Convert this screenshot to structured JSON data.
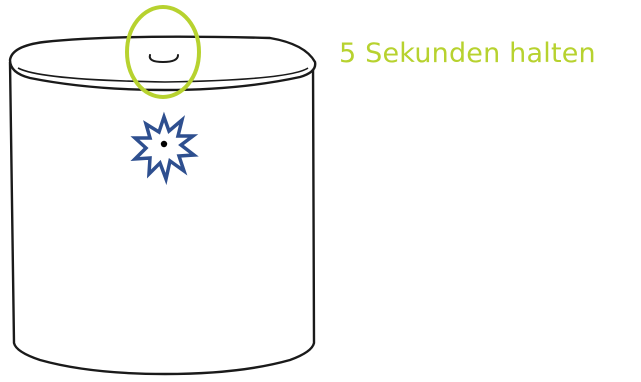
{
  "instruction": {
    "text": "5 Sekunden halten"
  },
  "colors": {
    "accent": "#B7D22F",
    "outline": "#1a1a1a",
    "device_fill": "#ffffff",
    "flash": "#2E4F8F",
    "flash_dot": "#000000"
  },
  "icons": {
    "device": "cylindrical-speaker-device",
    "button": "top-button-icon",
    "highlight": "highlight-circle",
    "flash": "starburst-flash-icon"
  }
}
